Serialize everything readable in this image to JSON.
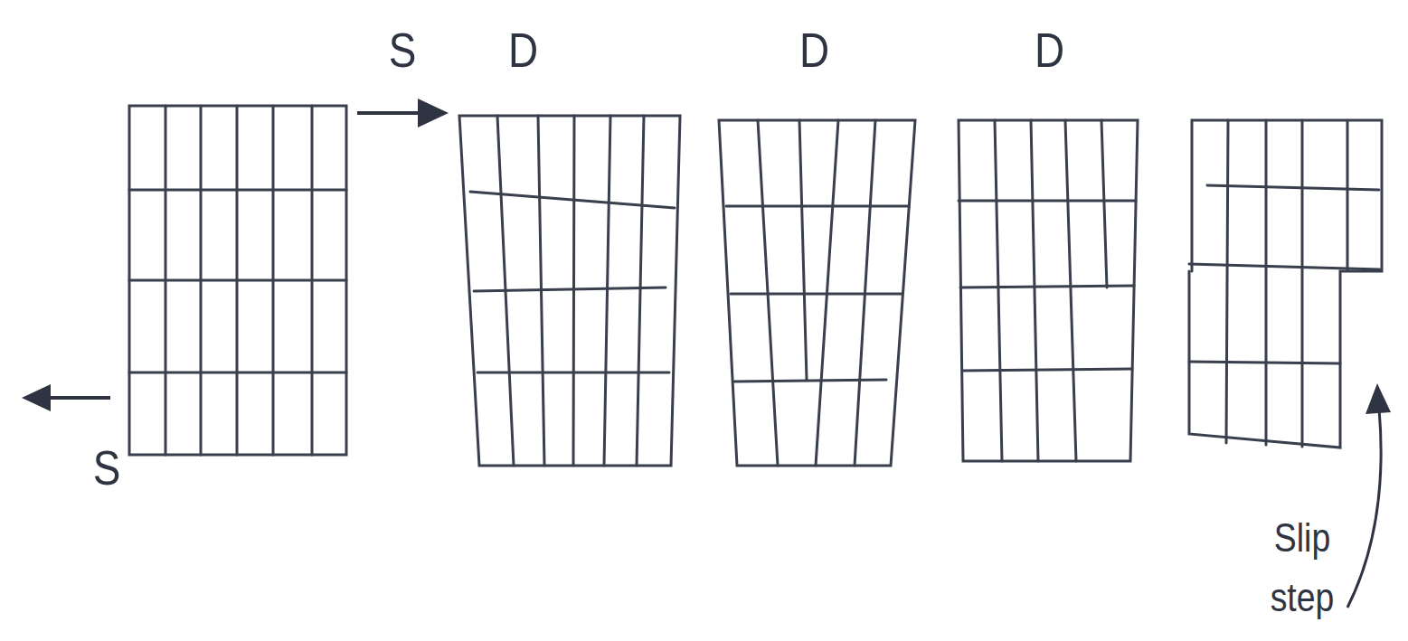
{
  "diagram": {
    "labels": [
      "S",
      "D",
      "D",
      "D",
      "S",
      "Slip step"
    ]
  }
}
